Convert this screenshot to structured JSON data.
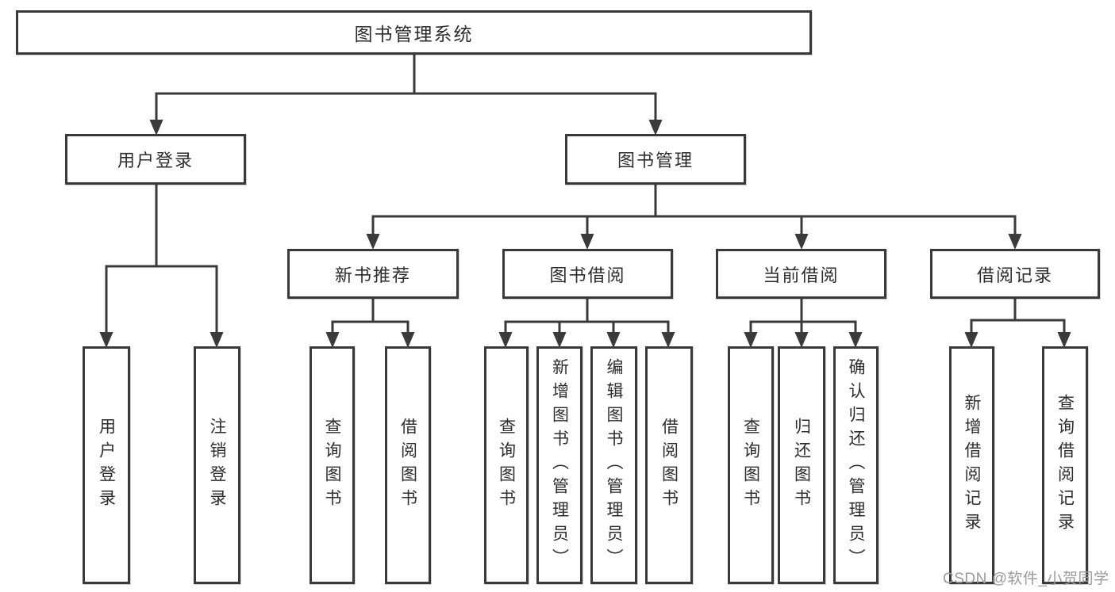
{
  "colors": {
    "line": "#3a3a3a",
    "ink": "#2d2d2d",
    "watermark": "#9b9b9b",
    "bg": "#ffffff"
  },
  "nodes": {
    "root": "图书管理系统",
    "user_login": "用户登录",
    "book_mgmt": "图书管理",
    "new_book_rec": "新书推荐",
    "book_borrow": "图书借阅",
    "current_borrow": "当前借阅",
    "borrow_record": "借阅记录",
    "leaf_user_login": "用户登录",
    "leaf_logout": "注销登录",
    "leaf_rec_query_book": "查询图书",
    "leaf_rec_borrow_book": "借阅图书",
    "leaf_bb_query_book": "查询图书",
    "leaf_bb_add_book": "新增图书（管理员）",
    "leaf_bb_edit_book": "编辑图书（管理员）",
    "leaf_bb_borrow_book": "借阅图书",
    "leaf_cb_query_book": "查询图书",
    "leaf_cb_return_book": "归还图书",
    "leaf_cb_confirm_return": "确认归还（管理员）",
    "leaf_br_add_record": "新增借阅记录",
    "leaf_br_query_record": "查询借阅记录"
  },
  "watermark": {
    "text": "CSDN @软件_小贺同学"
  }
}
